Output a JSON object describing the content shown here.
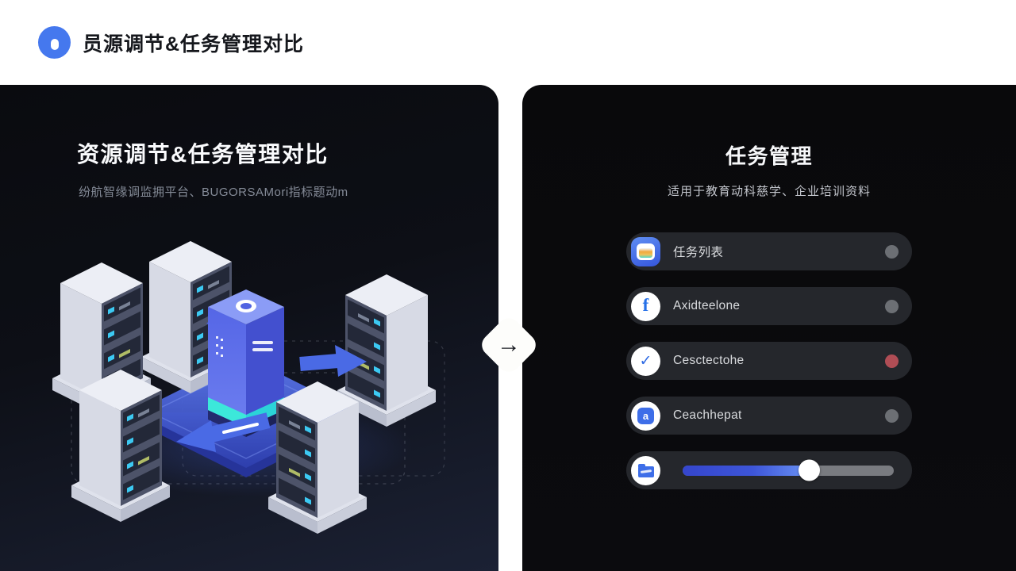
{
  "header": {
    "title": "员源调节&任务管理对比",
    "icon": "blue-dot-badge",
    "accent_color": "#4578ee"
  },
  "left_panel": {
    "title": "资源调节&任务管理对比",
    "subtitle": "纷航智缘调监拥平台、BUGORSAMori指标题动m",
    "illustration": "isometric-server-cluster-with-sync-arrows"
  },
  "divider_arrow": {
    "glyph": "→"
  },
  "right_panel": {
    "title": "任务管理",
    "subtitle": "适用于教育动科慈学、企业培训资料",
    "pill_bg": "#25272c",
    "items": [
      {
        "label": "任务列表",
        "icon": "task-app-icon",
        "dot_color": "#6c6f74"
      },
      {
        "label": "Axidteelone",
        "icon": "facebook-icon",
        "glyph": "f",
        "dot_color": "#6c6f74"
      },
      {
        "label": "Cesctectohe",
        "icon": "check-circle-icon",
        "glyph": "✓",
        "dot_color": "#b04d55"
      },
      {
        "label": "Ceachhepat",
        "icon": "document-icon",
        "glyph": "a",
        "dot_color": "#6c6f74"
      },
      {
        "label": "",
        "icon": "folder-icon",
        "type": "slider"
      }
    ],
    "slider": {
      "value_percent": 60,
      "fill_width": "60%",
      "fill_gradient": "linear-gradient(90deg,#3546cd 0%,#3d55d8 55%,#6a93f5 100%)",
      "track_color": "#797b80"
    }
  }
}
